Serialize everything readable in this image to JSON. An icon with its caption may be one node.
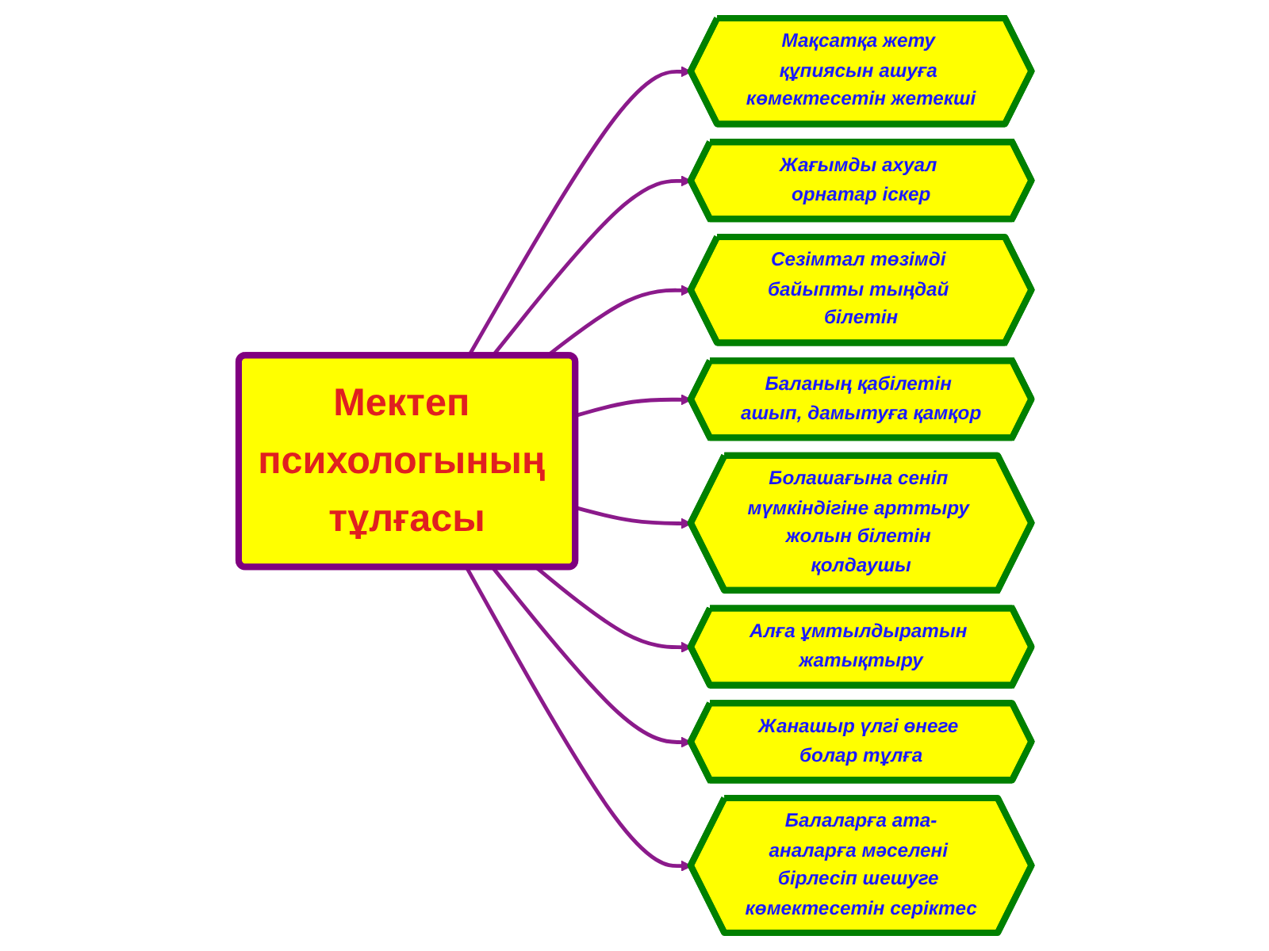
{
  "diagram": {
    "nodes": [
      {
        "text": [
          "Мектеп психологының тұлғасы"
        ]
      },
      {
        "text": [
          "Мақсатқа жету құпиясын ашуға көмектесетін жетекші"
        ]
      },
      {
        "text": [
          "Жағымды ахуал орнатар іскер"
        ]
      },
      {
        "text": [
          "Сезімтал төзімді байыпты тыңдай білетін"
        ]
      },
      {
        "text": [
          "Баланың қабілетін ашып, дамытуға қамқор"
        ]
      },
      {
        "text": [
          "Болашағына сеніп мүмкіндігіне арттыру жолын білетін қолдаушы"
        ]
      },
      {
        "text": [
          "Алға ұмтылдыратын жатықтыру"
        ]
      },
      {
        "text": [
          "Жанашыр үлгі өнеге болар тұлға"
        ]
      },
      {
        "text": [
          "Балаларға ата-аналарға мәселені бірлесіп шешуге көмектесетін серіктес"
        ]
      }
    ],
    "edges": [
      {
        "from": 0,
        "to": 1,
        "arrow": "to"
      },
      {
        "from": 0,
        "to": 2,
        "arrow": "to"
      },
      {
        "from": 0,
        "to": 3,
        "arrow": "to"
      },
      {
        "from": 0,
        "to": 4,
        "arrow": "to"
      },
      {
        "from": 0,
        "to": 5,
        "arrow": "to"
      },
      {
        "from": 0,
        "to": 6,
        "arrow": "to"
      },
      {
        "from": 0,
        "to": 7,
        "arrow": "to"
      },
      {
        "from": 0,
        "to": 8,
        "arrow": "to"
      }
    ]
  }
}
